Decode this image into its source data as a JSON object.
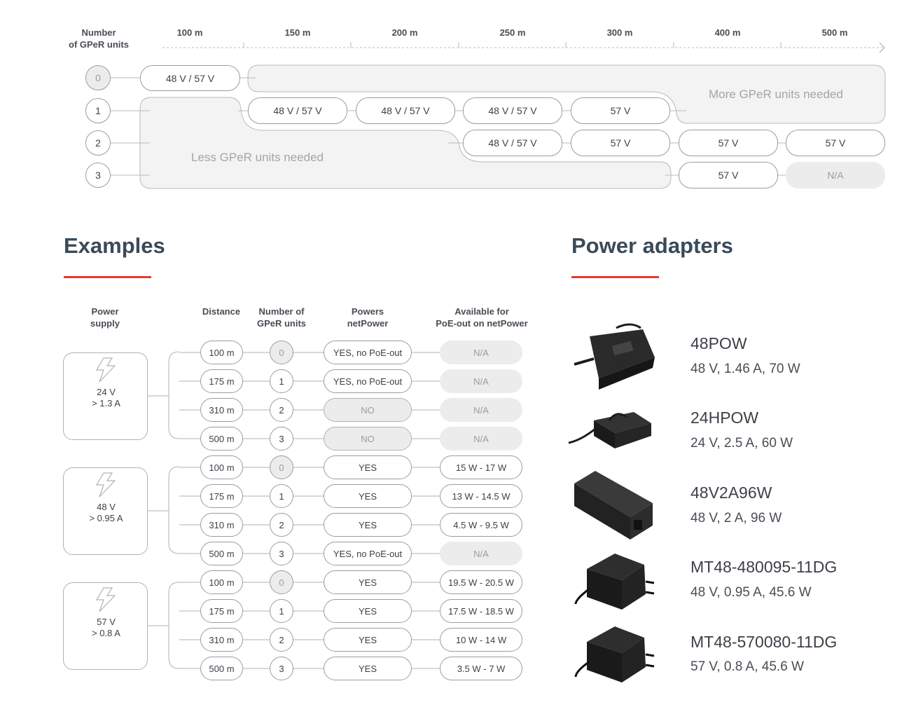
{
  "top_chart": {
    "row_header": "Number\nof GPeR units",
    "distances": [
      "100 m",
      "150 m",
      "200 m",
      "250 m",
      "300 m",
      "400 m",
      "500 m"
    ],
    "units": [
      "0",
      "1",
      "2",
      "3"
    ],
    "rows": [
      [
        "48 V / 57 V"
      ],
      [
        "48 V / 57 V",
        "48 V / 57 V",
        "48 V / 57 V",
        "57 V"
      ],
      [
        "48 V / 57 V",
        "57 V",
        "57 V",
        "57 V"
      ],
      [
        "57 V",
        "N/A"
      ]
    ],
    "more_label": "More GPeR units needed",
    "less_label": "Less GPeR units needed"
  },
  "examples": {
    "title": "Examples",
    "headers": {
      "power_supply": "Power\nsupply",
      "distance": "Distance",
      "units": "Number of\nGPeR units",
      "powers": "Powers\nnetPower",
      "available": "Available for\nPoE-out on netPower"
    },
    "groups": [
      {
        "supply": "24 V\n> 1.3 A",
        "rows": [
          {
            "distance": "100 m",
            "units": "0",
            "powers": "YES, no PoE-out",
            "available": "N/A"
          },
          {
            "distance": "175 m",
            "units": "1",
            "powers": "YES, no PoE-out",
            "available": "N/A"
          },
          {
            "distance": "310 m",
            "units": "2",
            "powers": "NO",
            "available": "N/A"
          },
          {
            "distance": "500 m",
            "units": "3",
            "powers": "NO",
            "available": "N/A"
          }
        ]
      },
      {
        "supply": "48 V\n> 0.95 A",
        "rows": [
          {
            "distance": "100 m",
            "units": "0",
            "powers": "YES",
            "available": "15 W - 17 W"
          },
          {
            "distance": "175 m",
            "units": "1",
            "powers": "YES",
            "available": "13 W - 14.5 W"
          },
          {
            "distance": "310 m",
            "units": "2",
            "powers": "YES",
            "available": "4.5 W - 9.5 W"
          },
          {
            "distance": "500 m",
            "units": "3",
            "powers": "YES, no PoE-out",
            "available": "N/A"
          }
        ]
      },
      {
        "supply": "57 V\n> 0.8 A",
        "rows": [
          {
            "distance": "100 m",
            "units": "0",
            "powers": "YES",
            "available": "19.5 W - 20.5 W"
          },
          {
            "distance": "175 m",
            "units": "1",
            "powers": "YES",
            "available": "17.5 W - 18.5 W"
          },
          {
            "distance": "310 m",
            "units": "2",
            "powers": "YES",
            "available": "10 W - 14 W"
          },
          {
            "distance": "500 m",
            "units": "3",
            "powers": "YES",
            "available": "3.5 W - 7 W"
          }
        ]
      }
    ]
  },
  "adapters": {
    "title": "Power adapters",
    "items": [
      {
        "name": "48POW",
        "spec": "48 V, 1.46 A, 70 W"
      },
      {
        "name": "24HPOW",
        "spec": "24 V, 2.5 A, 60 W"
      },
      {
        "name": "48V2A96W",
        "spec": "48 V, 2 A, 96 W"
      },
      {
        "name": "MT48-480095-11DG",
        "spec": "48 V, 0.95 A, 45.6 W"
      },
      {
        "name": "MT48-570080-11DG",
        "spec": "57 V, 0.8 A, 45.6 W"
      }
    ]
  },
  "colors": {
    "accent": "#e33b2e",
    "na_fill": "#ececed",
    "region_fill": "#f3f3f4",
    "title": "#3a4a58"
  }
}
